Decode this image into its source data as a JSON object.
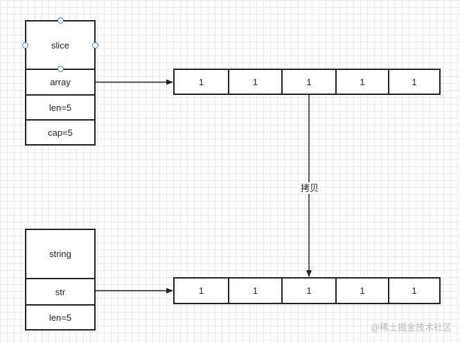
{
  "slice_struct": {
    "header": "slice",
    "fields": [
      "array",
      "len=5",
      "cap=5"
    ]
  },
  "string_struct": {
    "header": "string",
    "fields": [
      "str",
      "len=5"
    ]
  },
  "array_top": {
    "cells": [
      "1",
      "1",
      "1",
      "1",
      "1"
    ]
  },
  "array_bottom": {
    "cells": [
      "1",
      "1",
      "1",
      "1",
      "1"
    ]
  },
  "copy_edge": {
    "label": "拷贝"
  },
  "watermark": "@稀土掘金技术社区",
  "colors": {
    "stroke": "#222222",
    "grid": "#e9e9e9",
    "handle": "#2f80c8"
  }
}
